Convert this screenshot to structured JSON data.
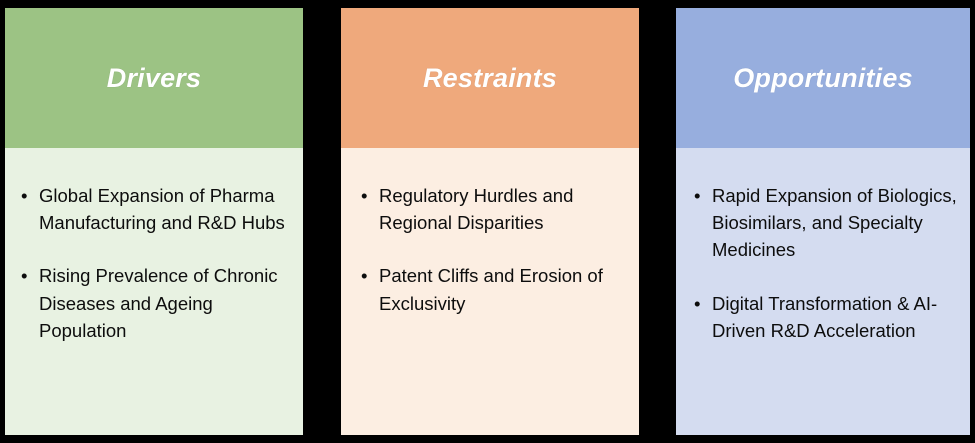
{
  "diagram": {
    "type": "three-column-callout",
    "background_color": "#000000",
    "columns": [
      {
        "id": "drivers",
        "title": "Drivers",
        "header_color": "#9cc384",
        "body_color": "#e8f2e2",
        "bullet_glyph": "•",
        "items": [
          "Global Expansion of Pharma Manufacturing and R&D Hubs",
          "Rising Prevalence of Chronic Diseases and Ageing Population"
        ]
      },
      {
        "id": "restraints",
        "title": "Restraints",
        "header_color": "#efa97c",
        "body_color": "#fceee2",
        "bullet_glyph": "•",
        "items": [
          "Regulatory Hurdles and Regional Disparities",
          "Patent Cliffs and Erosion of Exclusivity"
        ]
      },
      {
        "id": "opportunities",
        "title": "Opportunities",
        "header_color": "#97aede",
        "body_color": "#d4dcf0",
        "bullet_glyph": "•",
        "items": [
          "Rapid Expansion of Biologics, Biosimilars, and Specialty Medicines",
          "Digital Transformation & AI-Driven R&D Acceleration"
        ]
      }
    ]
  }
}
